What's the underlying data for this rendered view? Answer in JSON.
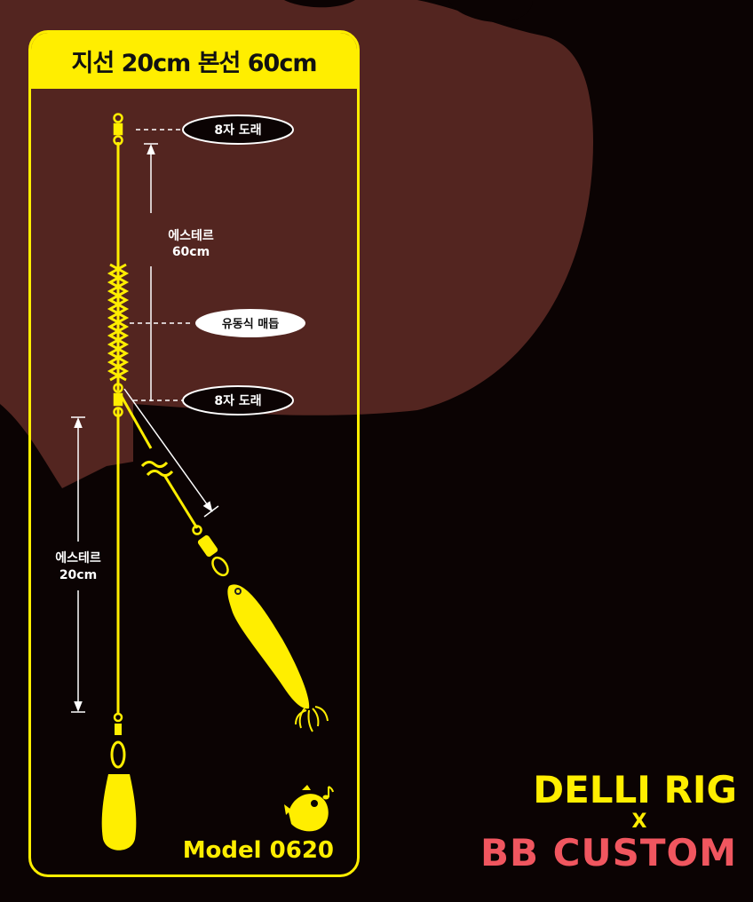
{
  "card": {
    "title": "지선 20cm 본선 60cm"
  },
  "callouts": {
    "top_swivel": "8자 도래",
    "sleeve": "유동식 매듭",
    "bottom_swivel": "8자 도래"
  },
  "measures": {
    "main_line_name": "에스테르",
    "main_line_length": "60cm",
    "branch_line_name": "에스테르",
    "branch_line_length": "20cm"
  },
  "model": {
    "label": "Model 0620"
  },
  "brand": {
    "line1": "DELLI RIG",
    "separator": "X",
    "line2": "BB CUSTOM"
  },
  "colors": {
    "accent_yellow": "#ffee00",
    "blob_brown": "#532520",
    "brand_pink": "#f0565f",
    "background": "#0b0303"
  },
  "icons": {
    "mascot": "fish-mascot-icon",
    "note": "music-note-icon"
  }
}
